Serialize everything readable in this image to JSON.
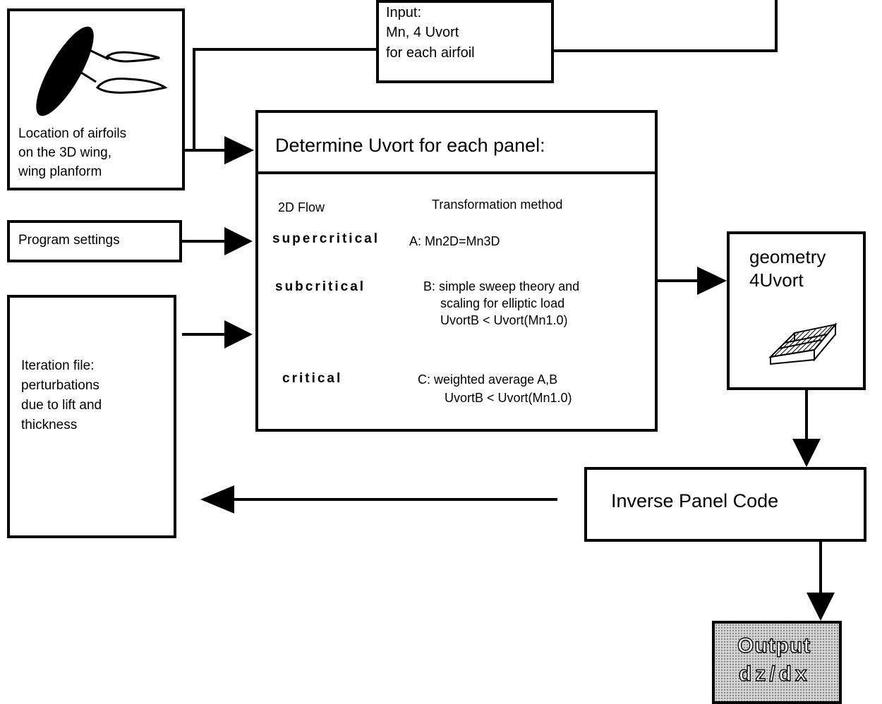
{
  "input_box": {
    "lines": [
      "Input:",
      "Mn, 4 Uvort",
      "for each airfoil"
    ]
  },
  "location_box": {
    "lines": [
      "Location of airfoils",
      "on the 3D wing,",
      "wing planform"
    ]
  },
  "program_box": {
    "label": "Program settings"
  },
  "iteration_box": {
    "lines": [
      "Iteration file:",
      "perturbations",
      "due to lift and",
      "thickness"
    ]
  },
  "main_box": {
    "title": "Determine Uvort for each panel:",
    "col1_header": "2D Flow",
    "col2_header": "Transformation method",
    "rows": [
      {
        "flow": "supercritical",
        "method": [
          "A: Mn2D=Mn3D"
        ]
      },
      {
        "flow": "subcritical",
        "method": [
          "B: simple sweep theory and",
          "scaling for elliptic load",
          "UvortB < Uvort(Mn1.0)"
        ]
      },
      {
        "flow": "critical",
        "method": [
          "C: weighted average A,B",
          "UvortB < Uvort(Mn1.0)"
        ]
      }
    ]
  },
  "geometry_box": {
    "lines": [
      "geometry",
      "4Uvort"
    ]
  },
  "panel_code_box": {
    "label": "Inverse Panel Code"
  },
  "output_box": {
    "lines": [
      "Output",
      "dz/dx"
    ]
  }
}
